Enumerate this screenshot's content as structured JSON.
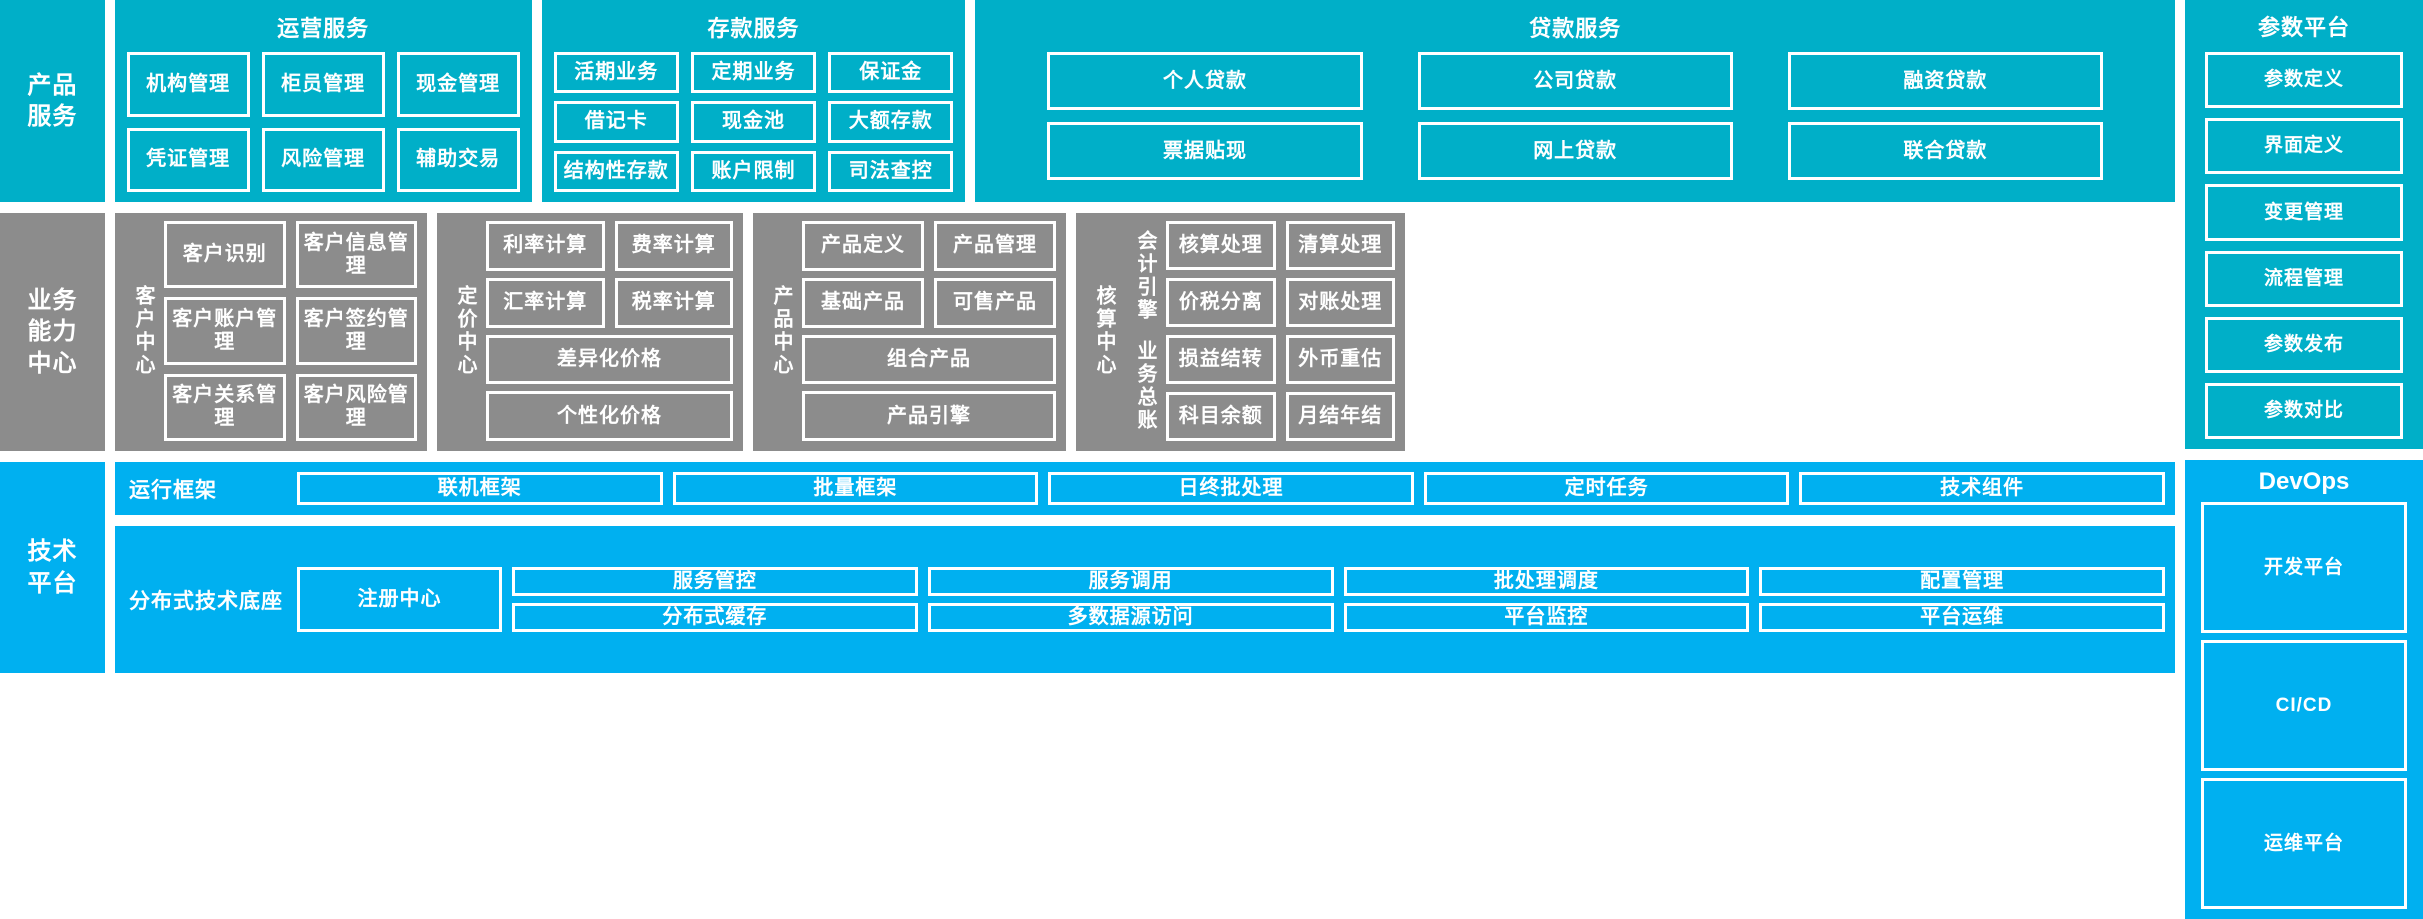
{
  "bands": {
    "product_services": {
      "label": "产品\n服务",
      "panels": [
        {
          "title": "运营服务",
          "items": [
            "机构管理",
            "柜员管理",
            "现金管理",
            "凭证管理",
            "风险管理",
            "辅助交易"
          ]
        },
        {
          "title": "存款服务",
          "items": [
            "活期业务",
            "定期业务",
            "保证金",
            "借记卡",
            "现金池",
            "大额存款",
            "结构性存款",
            "账户限制",
            "司法查控"
          ]
        },
        {
          "title": "贷款服务",
          "items": [
            "个人贷款",
            "公司贷款",
            "融资贷款",
            "票据贴现",
            "网上贷款",
            "联合贷款"
          ]
        }
      ]
    },
    "capability_centers": {
      "label": "业务\n能力\n中心",
      "centers": [
        {
          "name": "客户中心",
          "items": [
            "客户识别",
            "客户信息管理",
            "客户账户管理",
            "客户签约管理",
            "客户关系管理",
            "客户风险管理"
          ]
        },
        {
          "name": "定价中心",
          "items": [
            "利率计算",
            "费率计算",
            "汇率计算",
            "税率计算",
            "差异化价格",
            "个性化价格"
          ]
        },
        {
          "name": "产品中心",
          "items": [
            "产品定义",
            "产品管理",
            "基础产品",
            "可售产品",
            "组合产品",
            "产品引擎"
          ]
        },
        {
          "name": "核算中心",
          "sublabels": [
            "会计引擎",
            "业务总账"
          ],
          "items": [
            "核算处理",
            "清算处理",
            "价税分离",
            "对账处理",
            "损益结转",
            "外币重估",
            "科目余额",
            "月结年结"
          ]
        }
      ]
    },
    "tech_platform": {
      "label": "技术\n平台",
      "rows": [
        {
          "name": "运行框架",
          "items": [
            "联机框架",
            "批量框架",
            "日终批处理",
            "定时任务",
            "技术组件"
          ]
        },
        {
          "name": "分布式技术底座",
          "registry": "注册中心",
          "groups": [
            [
              "服务管控",
              "分布式缓存"
            ],
            [
              "服务调用",
              "多数据源访问"
            ],
            [
              "批处理调度",
              "平台监控"
            ],
            [
              "配置管理",
              "平台运维"
            ]
          ]
        }
      ]
    }
  },
  "right_column": {
    "param_platform": {
      "title": "参数平台",
      "items": [
        "参数定义",
        "界面定义",
        "变更管理",
        "流程管理",
        "参数发布",
        "参数对比"
      ]
    },
    "devops": {
      "title": "DevOps",
      "items": [
        "开发平台",
        "CI/CD",
        "运维平台"
      ]
    }
  },
  "colors": {
    "teal": "#00AFC8",
    "grey": "#8C8C8C",
    "bright_blue": "#00B0F0",
    "border": "#FFFFFF"
  }
}
